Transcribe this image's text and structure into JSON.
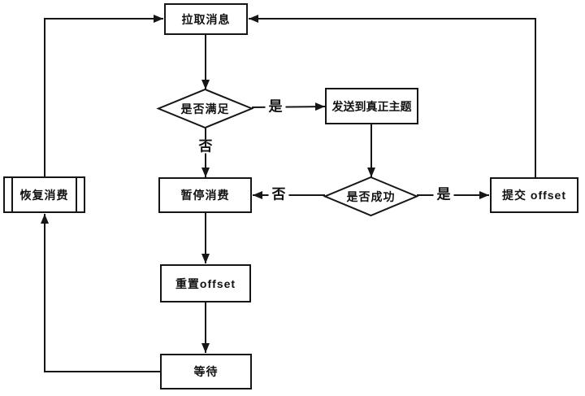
{
  "diagram": {
    "title": "message-retry-flowchart",
    "background_color": "#ffffff",
    "line_color": "#161616",
    "text_color": "#111111"
  },
  "nodes": {
    "pull_message": {
      "label": "拉取消息",
      "shape": "rect"
    },
    "is_satisfied": {
      "label": "是否满足",
      "shape": "diamond"
    },
    "send_to_real_topic": {
      "label": "发送到真正主题",
      "shape": "rect"
    },
    "is_success": {
      "label": "是否成功",
      "shape": "diamond"
    },
    "commit_offset": {
      "label": "提交 offset",
      "shape": "rect"
    },
    "pause_consume": {
      "label": "暂停消费",
      "shape": "rect"
    },
    "reset_offset": {
      "label": "重置offset",
      "shape": "rect"
    },
    "wait": {
      "label": "等待",
      "shape": "rect"
    },
    "resume_consume": {
      "label": "恢复消费",
      "shape": "subroutine"
    }
  },
  "edge_labels": {
    "satisfied_yes": "是",
    "satisfied_no": "否",
    "success_no": "否",
    "success_yes": "是"
  }
}
